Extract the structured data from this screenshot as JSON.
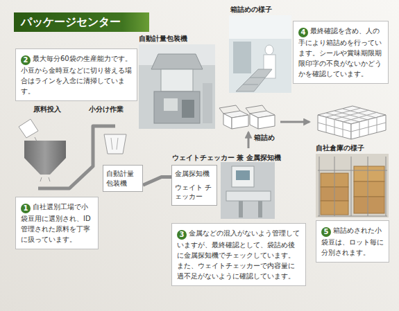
{
  "diagram": {
    "title": "パッケージセンター",
    "nodes": [
      {
        "text": [
          "2",
          "最大毎分60袋の生産能力です。小豆から金時豆などに切り替える場合はラインを入念に清掃しています。"
        ]
      },
      {
        "text": [
          "4",
          "最終確認を含め、人の手により箱詰めを行っています。シールや賞味期限期限印字の不良がないかどうかを確認しています。"
        ]
      },
      {
        "text": [
          "自動計量 包装機"
        ]
      },
      {
        "text": [
          "金属探知機",
          "ウェイト チェッカー"
        ]
      },
      {
        "text": [
          "1",
          "自社選別工場で小袋豆用に選別され、ID管理された原料を丁寧に扱っています。"
        ]
      },
      {
        "text": [
          "3",
          "金属などの混入がないよう管理していますが、最終確認として、袋詰め後に金属探知機でチェックしています。また、ウェイトチェッカーで内容量に過不足がないように確認しています。"
        ]
      },
      {
        "text": [
          "5",
          "箱詰めされた小袋豆は、ロット毎に分別されます。"
        ]
      }
    ],
    "edges": [
      {
        "from": 2,
        "to": 3,
        "arrow": "none"
      }
    ],
    "labels": [
      "原料投入",
      "小分け作業",
      "自動計量包装機",
      "ウェイトチェッカー 兼 金属探知機",
      "箱詰めの様子",
      "箱詰め",
      "自社倉庫の様子"
    ]
  }
}
